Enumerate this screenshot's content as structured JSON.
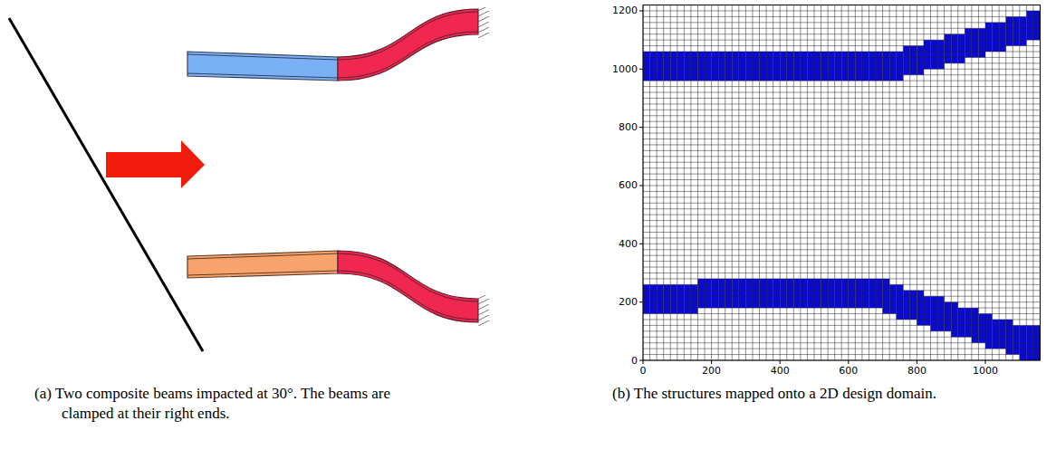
{
  "diagram": {
    "labels": [
      "(a) Two composite beams impacted at 30°. The beams are clamped at their right ends.",
      "(b) The structures mapped onto a 2D design domain.",
      "0",
      "200",
      "400",
      "600",
      "800",
      "1000",
      "1200",
      "0",
      "200",
      "400",
      "600",
      "800",
      "1000"
    ]
  }
}
